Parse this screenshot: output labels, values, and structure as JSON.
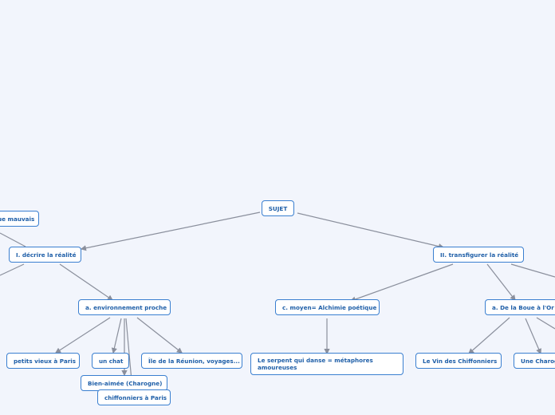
{
  "diagram": {
    "root": "SUJET",
    "left_top": "ue mauvais",
    "branch1": "I. décrire la réalité",
    "branch1_a": "a. environnement proche",
    "branch1_a_items": [
      "petits vieux à Paris",
      "un chat",
      "Bien-aimée (Charogne)",
      "chiffonniers à Paris",
      "Île de la Réunion, voyages..."
    ],
    "branch2": "II. transfigurer la réalité",
    "branch2_c": "c. moyen= Alchimie poétique",
    "branch2_c_item": "Le serpent qui danse = métaphores amoureuses",
    "branch2_a": "a. De la Boue à l'Or",
    "branch2_a_items": [
      "Le Vin des Chiffonniers",
      "Une Charog"
    ]
  },
  "colors": {
    "background": "#f2f5fc",
    "node_border": "#3a7fd0",
    "node_text": "#1f5fa8",
    "link": "#8a8f9c"
  }
}
